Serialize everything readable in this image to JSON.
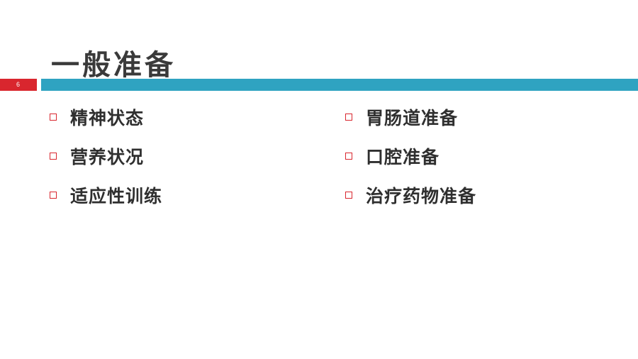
{
  "slide": {
    "title": "一般准备",
    "page_number": "6",
    "colors": {
      "accent_red": "#d9262e",
      "accent_blue": "#2fa3c1",
      "text": "#2f2f2f"
    },
    "left_items": [
      {
        "label": "精神状态"
      },
      {
        "label": "营养状况"
      },
      {
        "label": "适应性训练"
      }
    ],
    "right_items": [
      {
        "label": "胃肠道准备"
      },
      {
        "label": "口腔准备"
      },
      {
        "label": "治疗药物准备"
      }
    ]
  }
}
